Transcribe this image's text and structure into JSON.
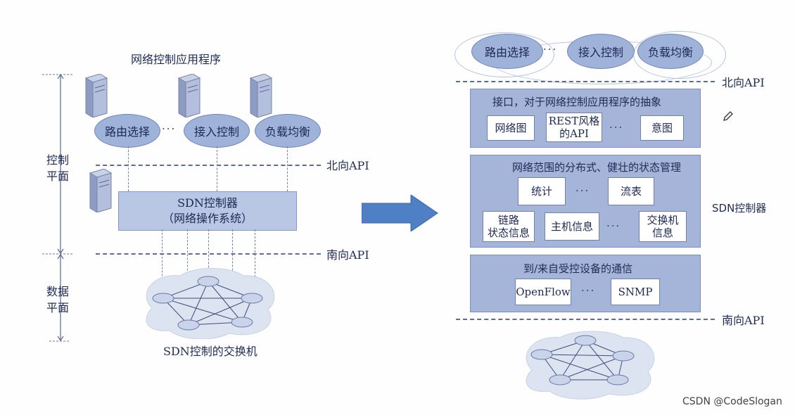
{
  "left": {
    "app_title": "网络控制应用程序",
    "apps": [
      "路由选择",
      "接入控制",
      "负载均衡"
    ],
    "ellipsis": "···",
    "northbound": "北向API",
    "southbound": "南向API",
    "control_plane": [
      "控制",
      "平面"
    ],
    "data_plane": [
      "数据",
      "平面"
    ],
    "controller_line1": "SDN控制器",
    "controller_line2": "（网络操作系统）",
    "switch_caption": "SDN控制的交换机"
  },
  "right": {
    "apps": [
      "路由选择",
      "接入控制",
      "负载均衡"
    ],
    "ellipsis": "···",
    "northbound": "北向API",
    "southbound": "南向API",
    "controller_label": "SDN控制器",
    "layer1": {
      "title": "接口，对于网络控制应用程序的抽象",
      "boxes": [
        "网络图",
        "REST风格的API",
        "意图"
      ],
      "box2_line1": "REST风格",
      "box2_line2": "的API"
    },
    "layer2": {
      "title": "网络范围的分布式、健壮的状态管理",
      "top_boxes": [
        "统计",
        "流表"
      ],
      "bottom_boxes": [
        "链路状态信息",
        "主机信息",
        "交换机信息"
      ],
      "link_line1": "链路",
      "link_line2": "状态信息",
      "switch_line1": "交换机",
      "switch_line2": "信息"
    },
    "layer3": {
      "title": "到/来自受控设备的通信",
      "boxes": [
        "OpenFlow",
        "SNMP"
      ]
    }
  },
  "watermark": "CSDN @CodeSlogan",
  "colors": {
    "panel": "#a5b5da",
    "oval": "#9fb3da",
    "arrow": "#4f7fc4",
    "text": "#1f2b55"
  }
}
